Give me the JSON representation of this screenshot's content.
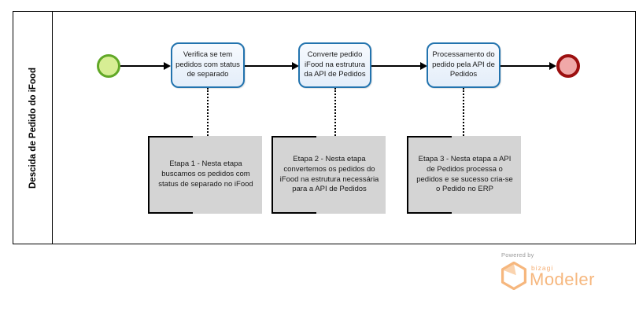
{
  "diagram": {
    "pool_label": "Descida de Pedido do iFood",
    "tasks": [
      {
        "label": "Verifica se tem pedidos com status de separado"
      },
      {
        "label": "Converte pedido iFood na estrutura da API de Pedidos"
      },
      {
        "label": "Processamento do pedido pela API de Pedidos"
      }
    ],
    "annotations": [
      {
        "text": "Etapa 1 - Nesta etapa buscamos os pedidos com status de separado no iFood"
      },
      {
        "text": "Etapa 2 - Nesta etapa convertemos os pedidos do iFood na estrutura necessária para a API de Pedidos"
      },
      {
        "text": "Etapa 3 - Nesta etapa a API de Pedidos processa o pedidos e se sucesso cria-se o Pedido no ERP"
      }
    ],
    "colors": {
      "task_border": "#2273AE",
      "task_fill_top": "#F7FAFE",
      "task_fill_bottom": "#E3EDF9",
      "start_event_border": "#61A827",
      "start_event_fill": "#D7EE94",
      "end_event_border": "#9C0F0F",
      "end_event_fill": "#F0A8A8",
      "annotation_fill": "#D4D4D4",
      "connector": "#000000"
    }
  },
  "footer": {
    "powered_by": "Powered by",
    "brand": "bizagi",
    "product": "Modeler",
    "brand_color": "#F6B77E"
  }
}
